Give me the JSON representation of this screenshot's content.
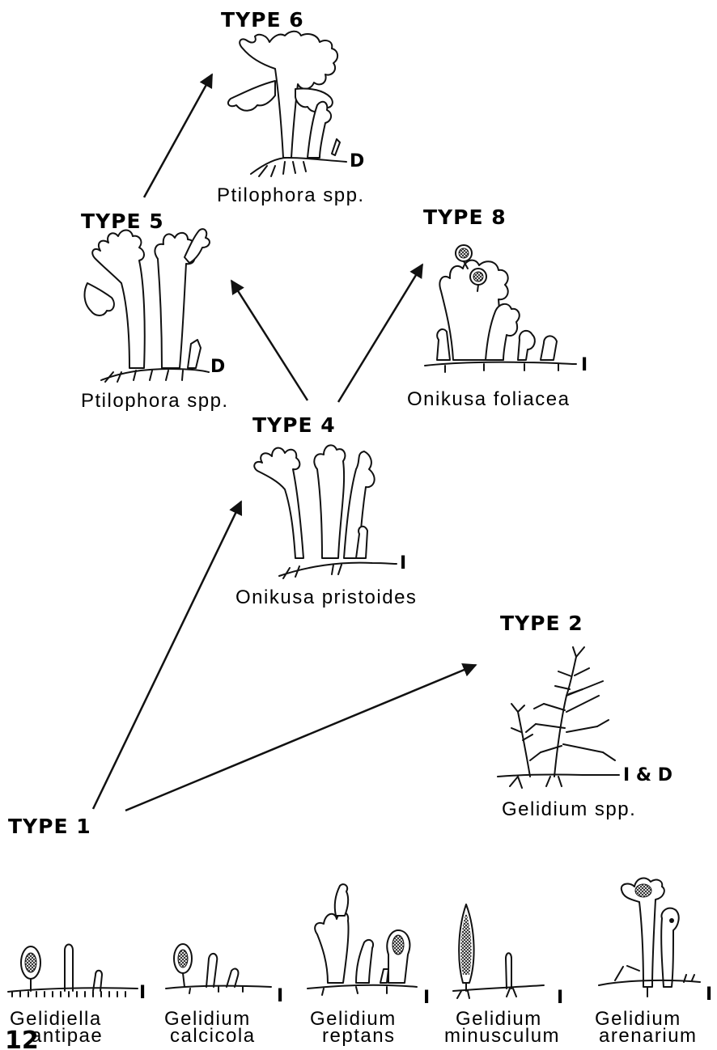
{
  "figure_number": "12",
  "types": {
    "type1": "TYPE 1",
    "type2": "TYPE 2",
    "type4": "TYPE 4",
    "type5": "TYPE 5",
    "type6": "TYPE 6",
    "type8": "TYPE 8"
  },
  "species": {
    "type6": "Ptilophora spp.",
    "type5": "Ptilophora spp.",
    "type8": "Onikusa foliacea",
    "type4": "Onikusa pristoides",
    "type2": "Gelidium spp."
  },
  "markers": {
    "type6": "D",
    "type5": "D",
    "type8": "I",
    "type4": "I",
    "type2": "I & D",
    "b1": "I",
    "b2": "I",
    "b3": "I",
    "b4": "I",
    "b5": "I"
  },
  "bottom_species": [
    {
      "line1": "Gelidiella",
      "line2": "antipae"
    },
    {
      "line1": "Gelidium",
      "line2": "calcicola"
    },
    {
      "line1": "Gelidium",
      "line2": "reptans"
    },
    {
      "line1": "Gelidium",
      "line2": "minusculum"
    },
    {
      "line1": "Gelidium",
      "line2": "arenarium"
    }
  ],
  "arrows": [
    {
      "from": "TYPE 1",
      "to": "TYPE 4"
    },
    {
      "from": "TYPE 1",
      "to": "TYPE 2"
    },
    {
      "from": "TYPE 4",
      "to": "TYPE 5"
    },
    {
      "from": "TYPE 4",
      "to": "TYPE 8"
    },
    {
      "from": "TYPE 5",
      "to": "TYPE 6"
    }
  ]
}
